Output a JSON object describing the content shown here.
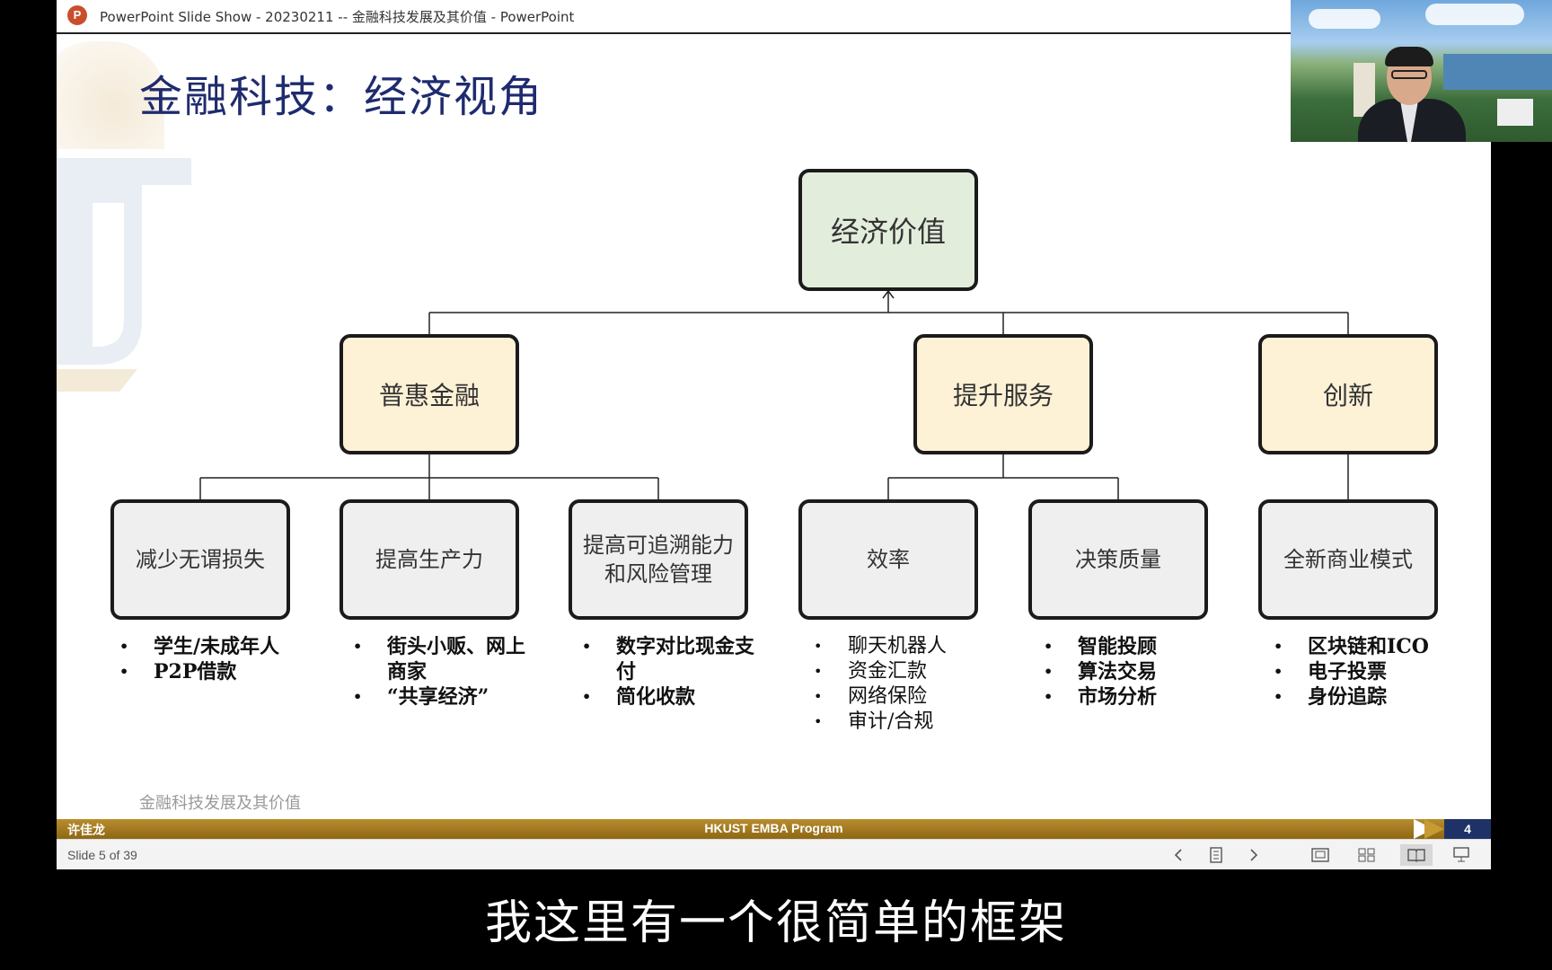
{
  "window": {
    "title": "PowerPoint Slide Show  -  20230211 -- 金融科技发展及其价值 - PowerPoint",
    "app_icon": "P"
  },
  "slide": {
    "title": "金融科技：经济视角",
    "footer_text": "金融科技发展及其价值",
    "root": "经济价值",
    "level2": [
      "普惠金融",
      "提升服务",
      "创新"
    ],
    "level3": [
      "减少无谓损失",
      "提高生产力",
      "提高可追溯能力和风险管理",
      "效率",
      "决策质量",
      "全新商业模式"
    ],
    "bullets": {
      "b1": [
        "学生/未成年人",
        "P2P借款"
      ],
      "b2": [
        "街头小贩、网上商家",
        "“共享经济”"
      ],
      "b3": [
        "数字对比现金支付",
        "简化收款"
      ],
      "b4": [
        "聊天机器人",
        "资金汇款",
        "网络保险",
        "审计/合规"
      ],
      "b5": [
        "智能投顾",
        "算法交易",
        "市场分析"
      ],
      "b6": [
        "区块链和ICO",
        "电子投票",
        "身份追踪"
      ]
    }
  },
  "ribbon": {
    "presenter": "许佳龙",
    "program": "HKUST EMBA Program",
    "page": "4"
  },
  "statusbar": {
    "slide_counter": "Slide 5 of 39",
    "icons": [
      "prev-icon",
      "slide-list-icon",
      "next-icon",
      "normal-view-icon",
      "slide-sorter-icon",
      "reading-view-icon",
      "slideshow-icon"
    ]
  },
  "subtitle": "我这里有一个很简单的框架",
  "colors": {
    "title": "#1f2b6e",
    "root_fill": "#e3eddc",
    "level2_fill": "#fdf1d6",
    "level3_fill": "#efefef",
    "ribbon_gold": "#b88d2e",
    "ribbon_navy": "#1f3267"
  }
}
